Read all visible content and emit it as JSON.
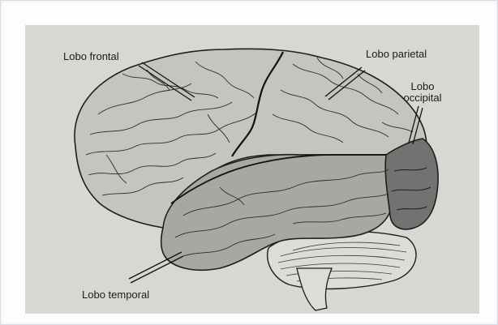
{
  "diagram": {
    "labels": {
      "frontal": "Lobo frontal",
      "parietal": "Lobo parietal",
      "occipital_line1": "Lobo",
      "occipital_line2": "occipital",
      "temporal": "Lobo temporal"
    },
    "colors": {
      "background": "#d7d7d3",
      "frontal_parietal": "#c4c4c1",
      "temporal": "#a7a7a4",
      "occipital": "#727270",
      "cerebellum": "#dcdcd8",
      "outline": "#1e1e1e"
    }
  }
}
